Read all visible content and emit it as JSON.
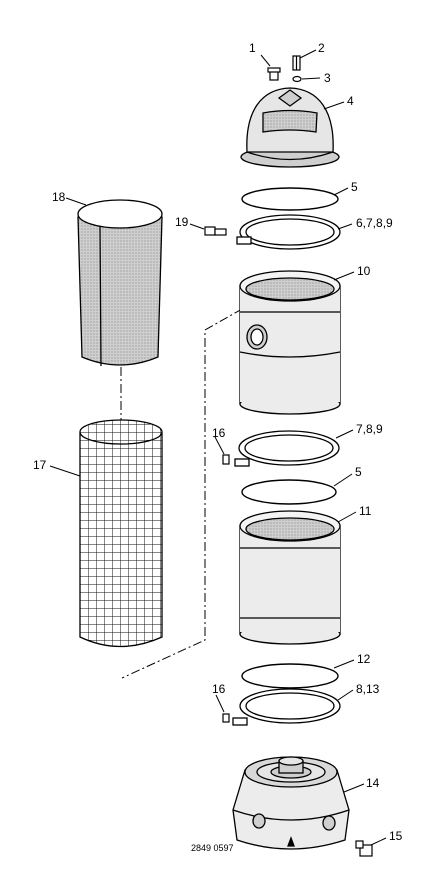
{
  "callouts": [
    {
      "id": "c1",
      "text": "1"
    },
    {
      "id": "c2",
      "text": "2"
    },
    {
      "id": "c3",
      "text": "3"
    },
    {
      "id": "c4",
      "text": "4"
    },
    {
      "id": "c5a",
      "text": "5"
    },
    {
      "id": "c6789",
      "text": "6,7,8,9"
    },
    {
      "id": "c19",
      "text": "19"
    },
    {
      "id": "c18",
      "text": "18"
    },
    {
      "id": "c10",
      "text": "10"
    },
    {
      "id": "c17",
      "text": "17"
    },
    {
      "id": "c16a",
      "text": "16"
    },
    {
      "id": "c789",
      "text": "7,8,9"
    },
    {
      "id": "c5b",
      "text": "5"
    },
    {
      "id": "c11",
      "text": "11"
    },
    {
      "id": "c12",
      "text": "12"
    },
    {
      "id": "c16b",
      "text": "16"
    },
    {
      "id": "c813",
      "text": "8,13"
    },
    {
      "id": "c14",
      "text": "14"
    },
    {
      "id": "c15",
      "text": "15"
    }
  ],
  "drawing_code": "2849 0597"
}
